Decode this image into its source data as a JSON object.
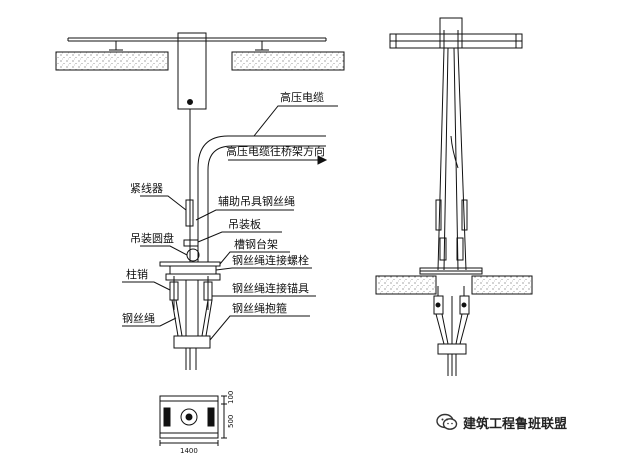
{
  "labels": {
    "hv_cable": "高压电缆",
    "hv_cable_direction": "高压电缆往桥架方向",
    "aux_wire_rope": "辅助吊具钢丝绳",
    "tightener": "紧线器",
    "lifting_plate": "吊装板",
    "lifting_disc": "吊装圆盘",
    "channel_steel_frame": "槽钢台架",
    "rope_bolt": "钢丝绳连接螺栓",
    "pin": "柱销",
    "rope_anchor": "钢丝绳连接锚具",
    "wire_rope": "钢丝绳",
    "rope_clamp": "钢丝绳抱箍"
  },
  "dimensions": {
    "width": "1400",
    "height_top": "100",
    "height_main": "500"
  },
  "watermark": {
    "text": "建筑工程鲁班联盟"
  }
}
